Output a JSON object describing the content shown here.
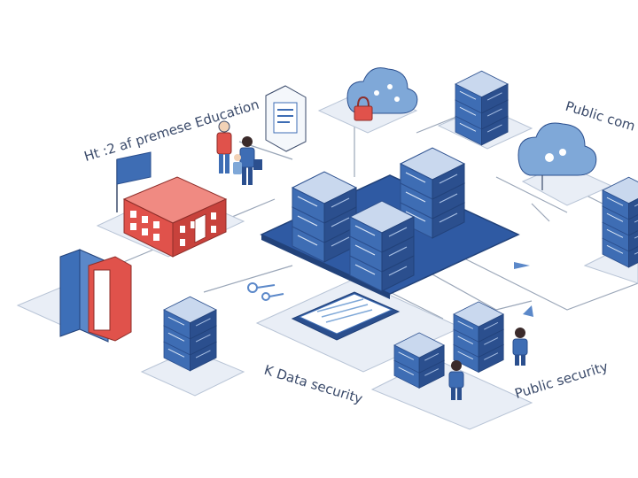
{
  "labels": {
    "education": "Ht :2 af premese Education",
    "public_top": "Public com",
    "data_security": "K Data security",
    "public_security": "Public security"
  },
  "colors": {
    "server_top": "#c9d8ee",
    "server_left": "#3e6db4",
    "server_right": "#2b4f8e",
    "platform": "#2f5aa3",
    "school_red": "#e0524b",
    "book_blue": "#3d6fb8",
    "book_red": "#e0524b",
    "cloud": "#7fa8d8",
    "line": "#9aa6b8",
    "tile": "#e9eef6"
  },
  "icons": [
    "school-icon",
    "people-icon",
    "book-icon",
    "document-icon",
    "cloud-lock-icon",
    "cloud-icon",
    "server-rack-icon",
    "person-icon",
    "key-icon",
    "flag-icon"
  ]
}
